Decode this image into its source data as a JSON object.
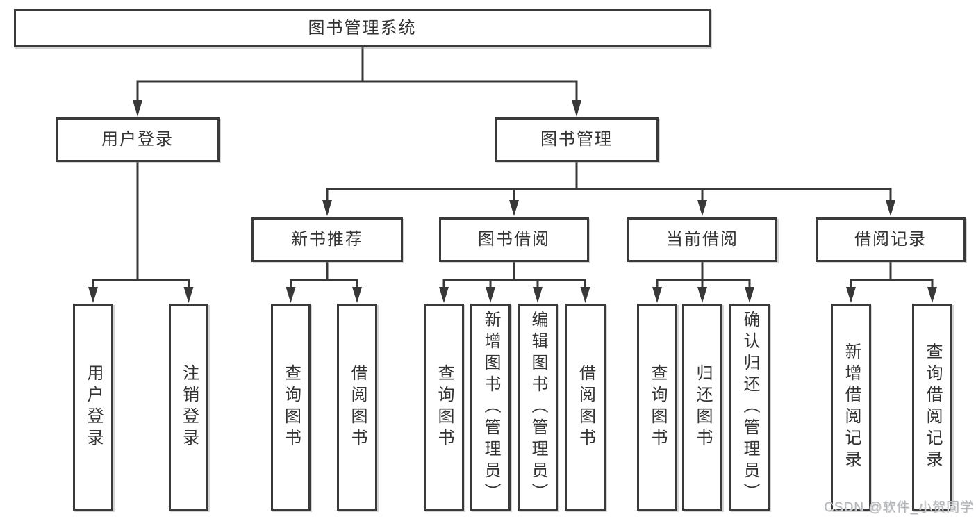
{
  "diagram": {
    "root": {
      "label": "图书管理系统"
    },
    "branches": [
      {
        "label": "用户登录",
        "children": [
          {
            "label": "用户登录"
          },
          {
            "label": "注销登录"
          }
        ]
      },
      {
        "label": "图书管理",
        "children": [
          {
            "label": "新书推荐",
            "children": [
              {
                "label": "查询图书"
              },
              {
                "label": "借阅图书"
              }
            ]
          },
          {
            "label": "图书借阅",
            "children": [
              {
                "label": "查询图书"
              },
              {
                "label": "新增图书（管理员）"
              },
              {
                "label": "编辑图书（管理员）"
              },
              {
                "label": "借阅图书"
              }
            ]
          },
          {
            "label": "当前借阅",
            "children": [
              {
                "label": "查询图书"
              },
              {
                "label": "归还图书"
              },
              {
                "label": "确认归还（管理员）"
              }
            ]
          },
          {
            "label": "借阅记录",
            "children": [
              {
                "label": "新增借阅记录"
              },
              {
                "label": "查询借阅记录"
              }
            ]
          }
        ]
      }
    ]
  },
  "watermark": {
    "text": "CSDN @软件_小贺同学"
  },
  "colors": {
    "line": "#383838",
    "box_border": "#3a3a3a",
    "text": "#333333",
    "watermark": "#b2b5b9",
    "background": "#ffffff"
  }
}
